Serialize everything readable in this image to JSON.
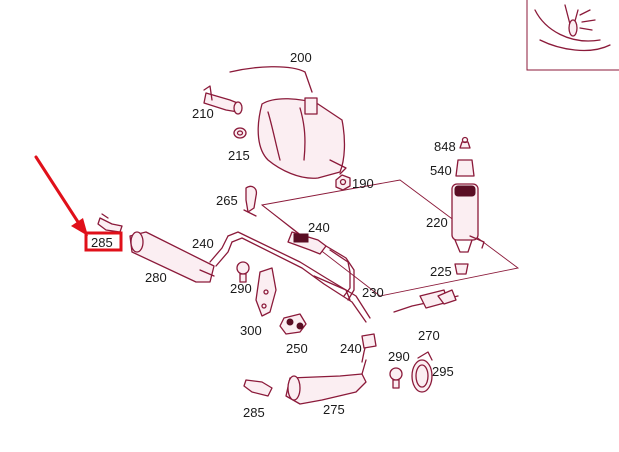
{
  "callouts": {
    "c200": "200",
    "c210": "210",
    "c215": "215",
    "c190": "190",
    "c848": "848",
    "c540": "540",
    "c220": "220",
    "c225": "225",
    "c265": "265",
    "c240a": "240",
    "c240b": "240",
    "c285top": "285",
    "c280": "280",
    "c290a": "290",
    "c300": "300",
    "c230": "230",
    "c250": "250",
    "c270": "270",
    "c240c": "240",
    "c290b": "290",
    "c295": "295",
    "c285bot": "285",
    "c275": "275"
  },
  "highlight": {
    "target": "285",
    "color": "#e0101a"
  },
  "colors": {
    "line": "#8b1a3a",
    "highlight": "#e0101a",
    "background": "#ffffff"
  }
}
